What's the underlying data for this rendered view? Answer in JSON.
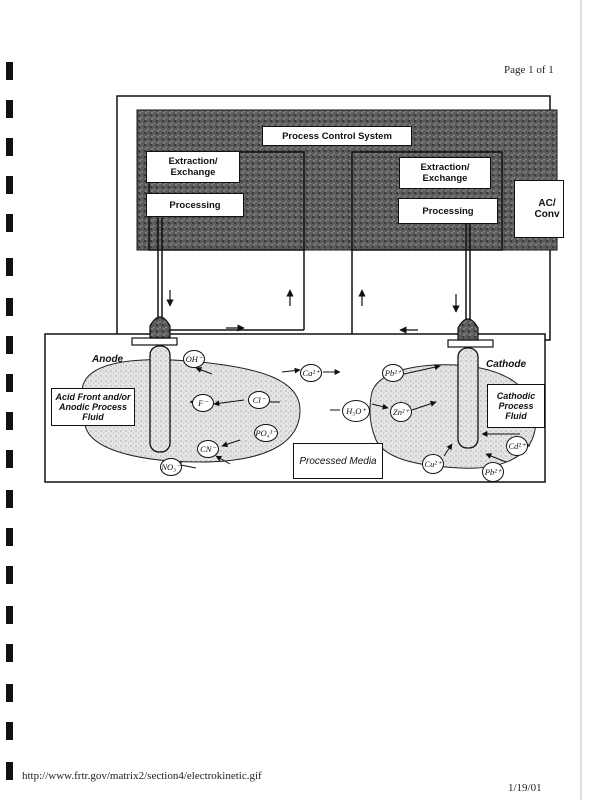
{
  "header": {
    "page": "Page 1 of 1"
  },
  "footer": {
    "url": "http://www.frtr.gov/matrix2/section4/electrokinetic.gif",
    "date": "1/19/01"
  },
  "diagram": {
    "process_control": "Process Control System",
    "left_extraction": "Extraction/ Exchange",
    "left_processing": "Processing",
    "right_extraction": "Extraction/ Exchange",
    "right_processing": "Processing",
    "ac_converter": "AC/ Conv",
    "anode": "Anode",
    "cathode": "Cathode",
    "acid_front": "Acid Front and/or Anodic Process Fluid",
    "cathodic_fluid": "Cathodic Process Fluid",
    "processed_media": "Processed Media",
    "ions": {
      "oh": "OH⁻",
      "f": "F⁻",
      "cl": "Cl⁻",
      "po4": "PO₄³⁻",
      "cn": "CN⁻",
      "no3": "NO₃⁻",
      "ca": "Ca²⁺",
      "pb_mid": "Pb²⁺",
      "h3o": "H₃O⁺",
      "zn": "Zn²⁺",
      "cu": "Cu²⁺",
      "pb": "Pb²⁺",
      "cd": "Cd²⁺"
    }
  }
}
